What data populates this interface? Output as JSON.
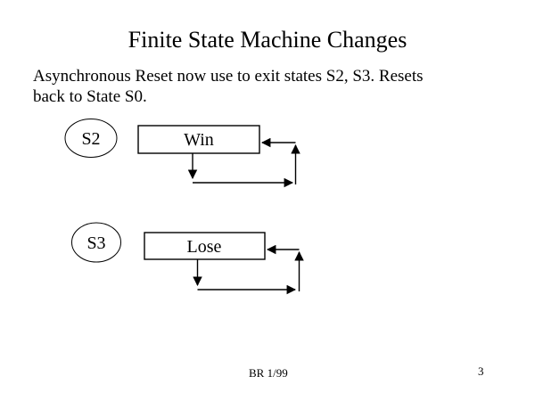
{
  "slide": {
    "title": "Finite State Machine Changes",
    "body_lines": [
      "Asynchronous Reset now use to exit states S2, S3. Resets",
      "back to State S0."
    ],
    "footer": {
      "author_date": "BR 1/99",
      "page_number": "3"
    },
    "colors": {
      "background": "#ffffff",
      "ink": "#000000"
    }
  },
  "diagram": {
    "type": "state-transition-sketch",
    "states": [
      {
        "id": "S2",
        "label": "S2",
        "shape": "ellipse"
      },
      {
        "id": "S3",
        "label": "S3",
        "shape": "ellipse"
      }
    ],
    "boxes": [
      {
        "id": "win",
        "label": "Win",
        "paired_state": "S2",
        "feedback_loop": true
      },
      {
        "id": "lose",
        "label": "Lose",
        "paired_state": "S3",
        "feedback_loop": true
      }
    ]
  }
}
